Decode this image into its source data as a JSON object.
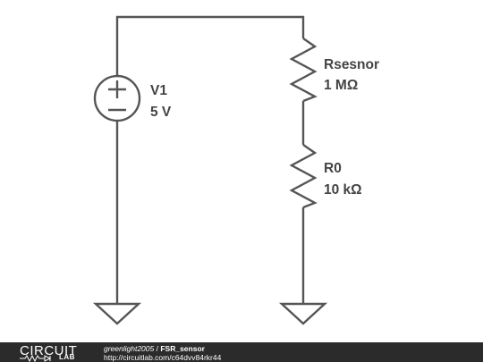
{
  "components": {
    "source": {
      "name": "V1",
      "value": "5 V"
    },
    "resistor_top": {
      "name": "Rsesnor",
      "value": "1 MΩ"
    },
    "resistor_bottom": {
      "name": "R0",
      "value": "10 kΩ"
    }
  },
  "footer": {
    "logo_word": "CIRCUIT",
    "logo_lab": "LAB",
    "user": "greenlight2005",
    "separator": " / ",
    "project": "FSR_sensor",
    "url": "http://circuitlab.com/c64dvv84rkr44"
  },
  "colors": {
    "wire": "#555555",
    "label": "#444444",
    "footer_bg": "#2b2b2b"
  }
}
